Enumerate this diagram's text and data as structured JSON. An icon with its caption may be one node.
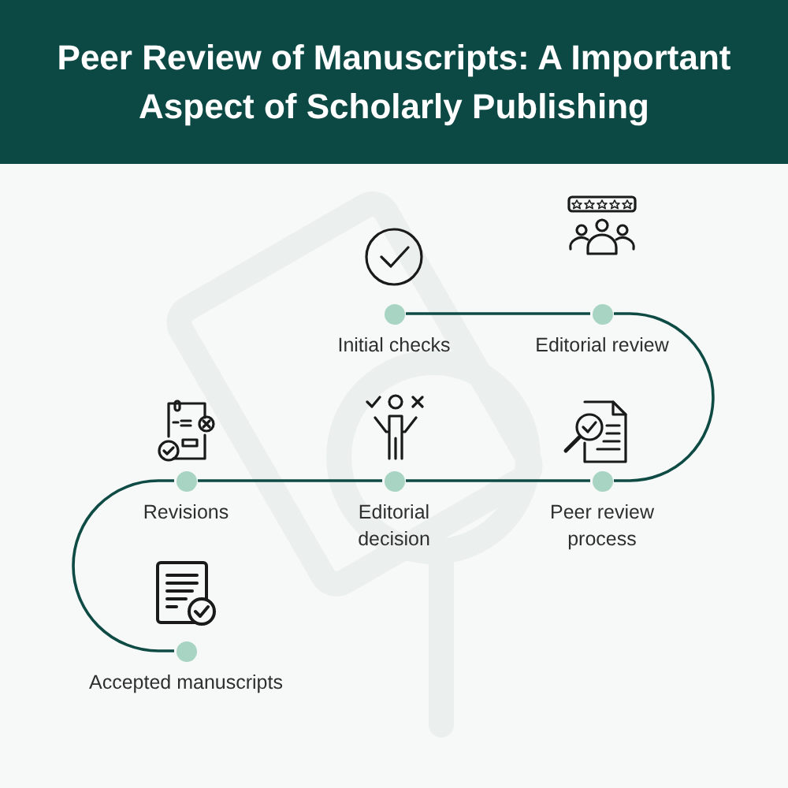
{
  "diagram": {
    "title": "Peer Review of Manuscripts: A Important Aspect of Scholarly Publishing",
    "nodes": [
      {
        "text": [],
        "shape": "circle",
        "beside": [
          "Initial checks"
        ]
      },
      {
        "text": [],
        "shape": "circle",
        "beside": [
          "Editorial review"
        ]
      },
      {
        "text": [],
        "shape": "circle",
        "beside": [
          "Peer review process"
        ]
      },
      {
        "text": [],
        "shape": "circle",
        "beside": [
          "Editorial decision"
        ]
      },
      {
        "text": [],
        "shape": "circle",
        "beside": [
          "Revisions"
        ]
      },
      {
        "text": [],
        "shape": "circle",
        "beside": [
          "Accepted manuscripts"
        ]
      }
    ],
    "edges": [
      {
        "from": 0,
        "to": 1,
        "arrow": "none"
      },
      {
        "from": 1,
        "to": 2,
        "arrow": "none"
      },
      {
        "from": 2,
        "to": 3,
        "arrow": "none"
      },
      {
        "from": 3,
        "to": 4,
        "arrow": "none"
      },
      {
        "from": 4,
        "to": 5,
        "arrow": "none"
      }
    ]
  }
}
